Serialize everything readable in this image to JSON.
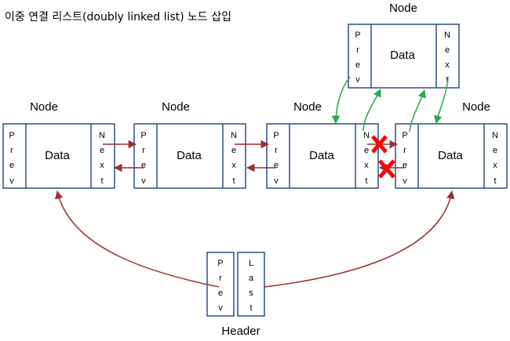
{
  "title": "이중 연결 리스트(doubly linked list) 노드 삽입",
  "node_label": "Node",
  "data_label": "Data",
  "prev_letters": [
    "P",
    "r",
    "e",
    "v"
  ],
  "next_letters": [
    "N",
    "e",
    "x",
    "t"
  ],
  "last_letters": [
    "L",
    "a",
    "s",
    "t"
  ],
  "header_label": "Header",
  "colors": {
    "box_border": "#2f4f7f",
    "link_arrow": "#9b2f2f",
    "new_link_arrow": "#2aa84a",
    "delete_mark": "#ff0000"
  },
  "icons": [
    "cross-mark-icon",
    "cross-mark-icon"
  ]
}
